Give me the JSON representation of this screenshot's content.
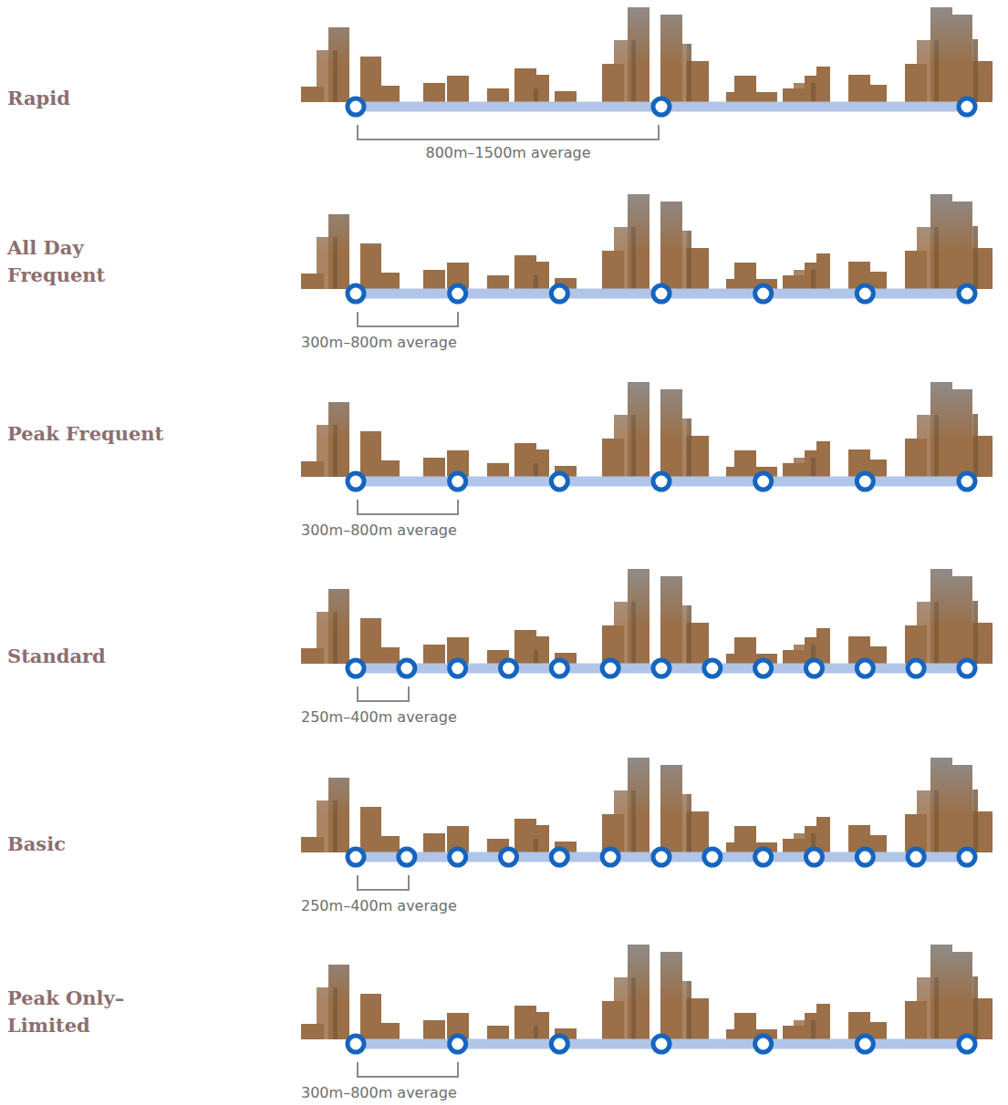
{
  "diagram": {
    "labels": [
      "Rapid",
      "800m–1500m average",
      "All Day Frequent",
      "300m–800m average",
      "Peak Frequent",
      "300m–800m average",
      "Standard",
      "250m–400m average",
      "Basic",
      "250m–400m average",
      "Peak Only–Limited",
      "300m–800m average"
    ]
  }
}
